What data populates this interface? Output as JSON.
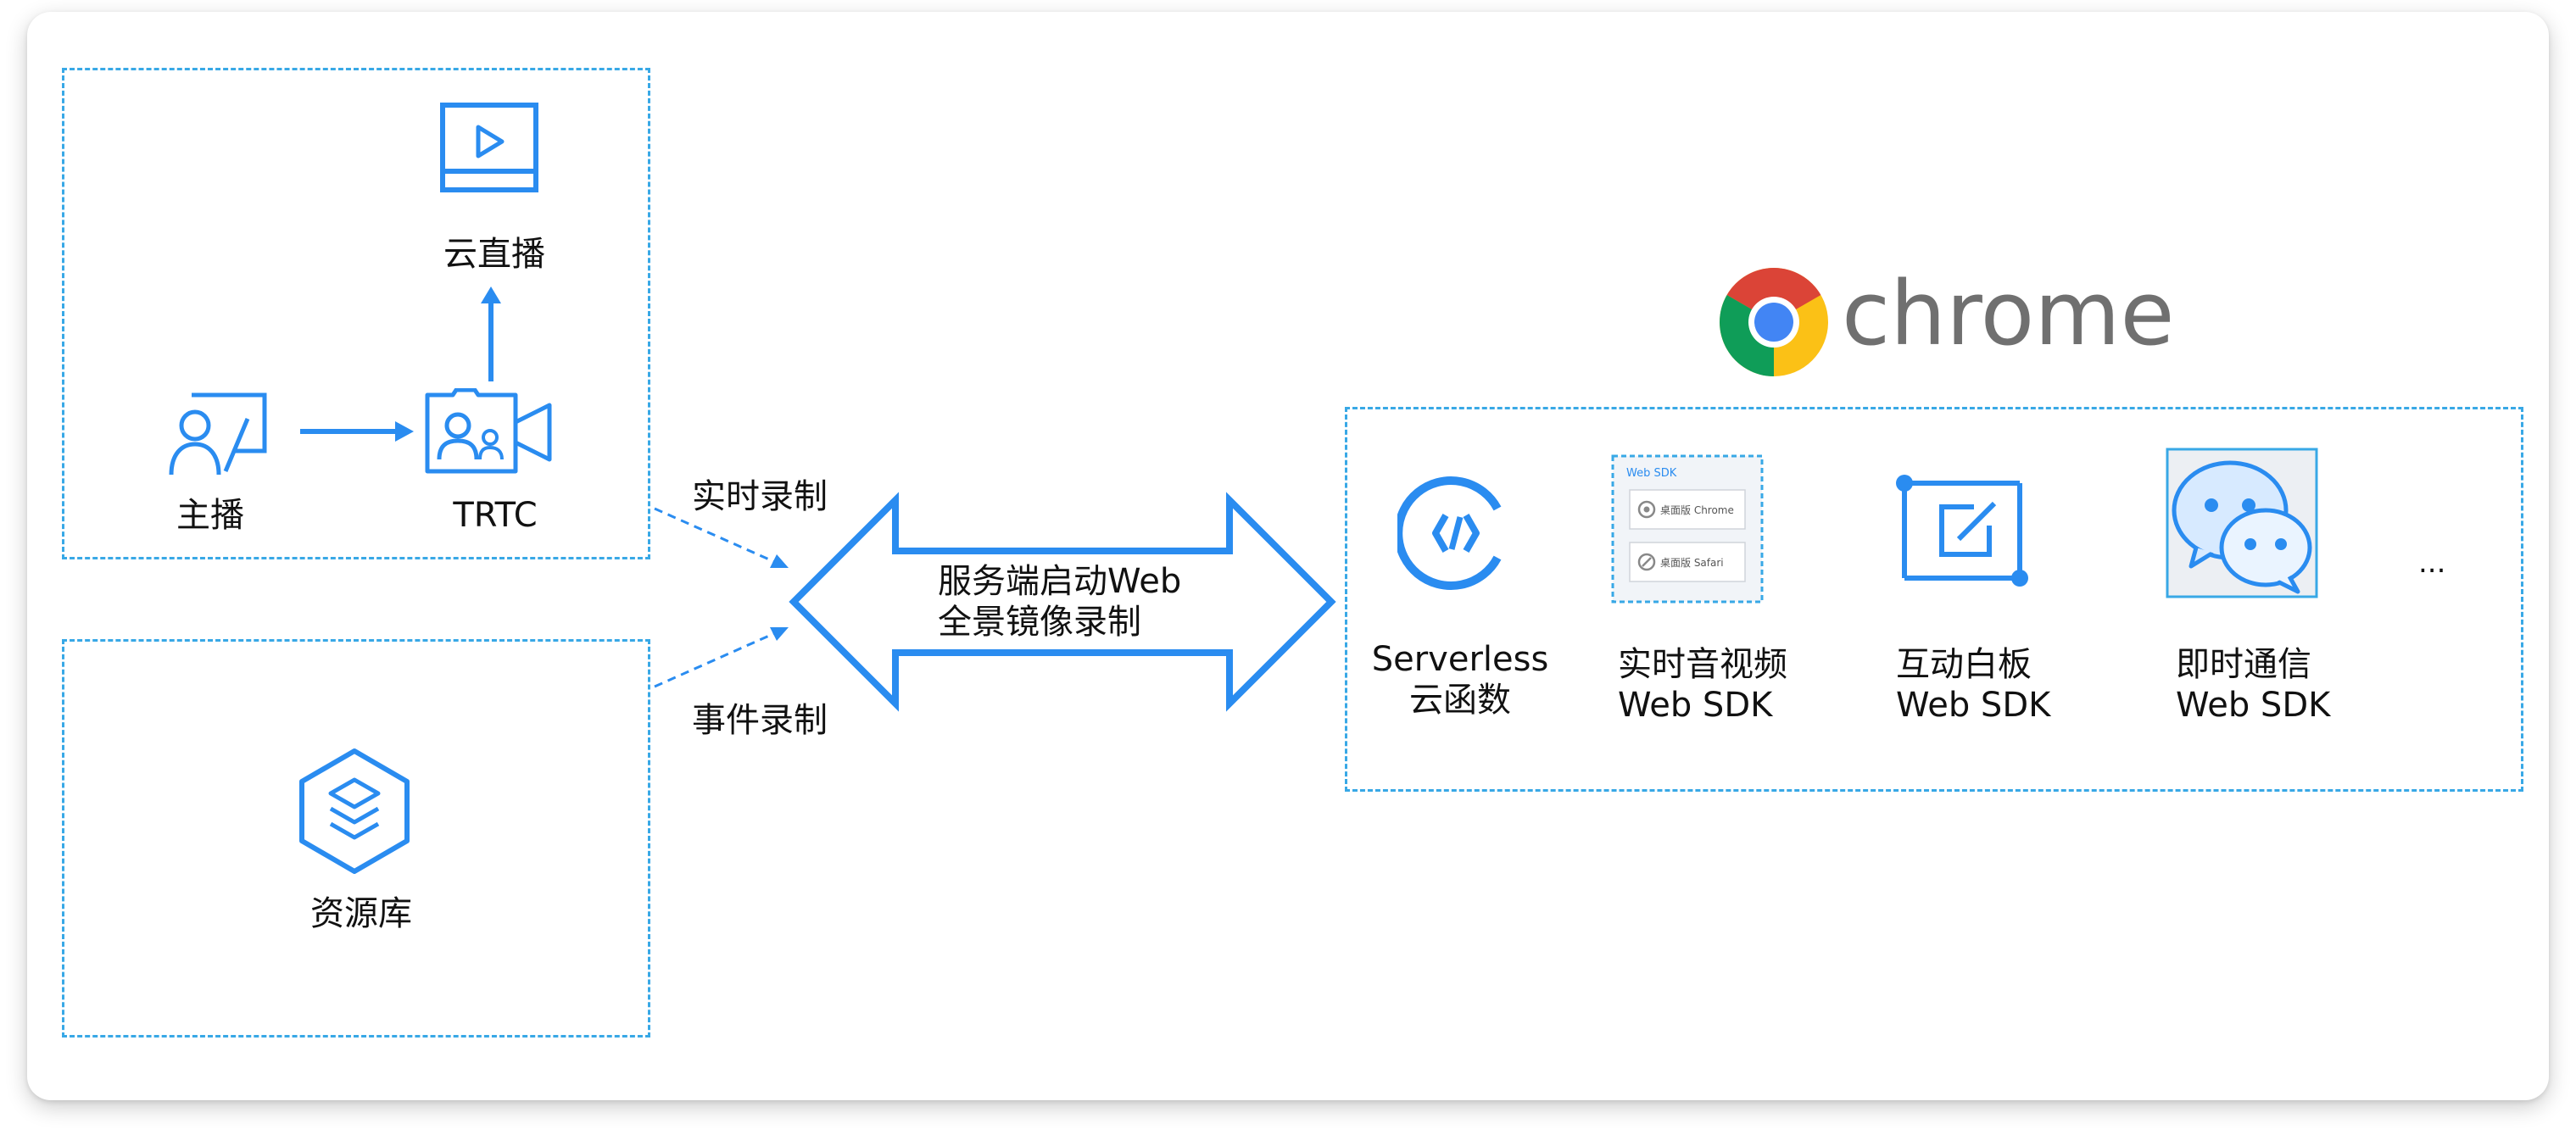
{
  "streaming_group": {
    "cloud_live_label": "云直播",
    "host_label": "主播",
    "trtc_label": "TRTC"
  },
  "resource_group": {
    "resource_library_label": "资源库"
  },
  "flows": {
    "realtime_recording": "实时录制",
    "event_recording": "事件录制"
  },
  "center_arrow": {
    "line1": "服务端启动Web",
    "line2": "全景镜像录制"
  },
  "chrome_logo": {
    "wordmark": "chrome"
  },
  "sdk_panel": {
    "items": [
      {
        "line1": "Serverless",
        "line2": "云函数"
      },
      {
        "line1": "实时音视频",
        "line2": "Web SDK"
      },
      {
        "line1": "互动白板",
        "line2": "Web SDK"
      },
      {
        "line1": "即时通信",
        "line2": "Web SDK"
      }
    ],
    "more": "...",
    "thumbnail": {
      "title": "Web SDK",
      "row1": "桌面版 Chrome",
      "row2": "桌面版 Safari"
    }
  },
  "colors": {
    "accent": "#2a8cf0",
    "dash": "#38a8e6"
  }
}
